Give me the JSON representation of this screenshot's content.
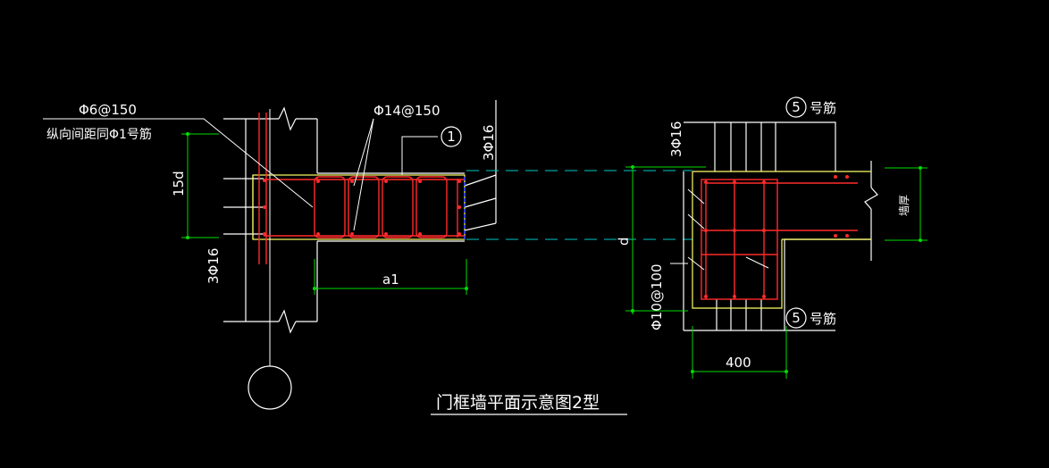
{
  "labels": {
    "stirrup_spec": "Φ6@150",
    "stirrup_note": "纵向间距同Φ1号筋",
    "bar_spacing": "Φ14@150",
    "bar_callout": "1",
    "top_bars_left": "3Φ16",
    "bottom_bars_left": "3Φ16",
    "anchor_len": "15d",
    "dim_a1": "a1",
    "top_bars_right": "3Φ16",
    "stirrup_right": "Φ10@100",
    "dim_d": "d",
    "wall_thickness": "墙厚",
    "bar5_top_num": "5",
    "bar5_top_text": "号筋",
    "bar5_bottom_num": "5",
    "bar5_bottom_text": "号筋",
    "dim_400": "400",
    "title": "门框墙平面示意图2型"
  },
  "colors": {
    "background": "#000000",
    "outline": "#ffffff",
    "concrete_edge": "#ffff66",
    "rebar": "#ff2a2a",
    "dimension": "#00dd00",
    "axis_dash": "#00c8c8",
    "section_blue": "#3344ff"
  }
}
